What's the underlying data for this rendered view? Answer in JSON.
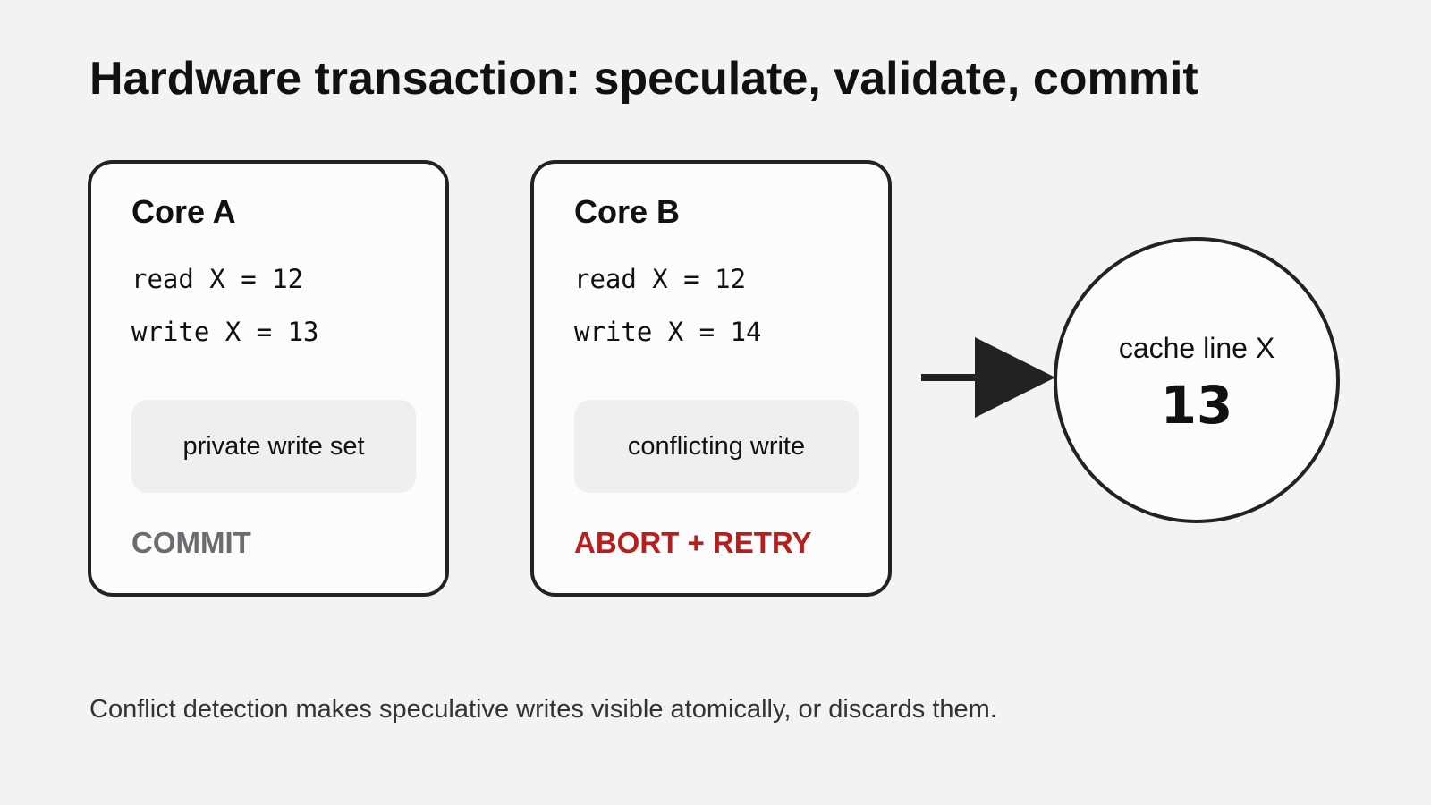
{
  "title": "Hardware transaction: speculate, validate, commit",
  "cores": [
    {
      "name": "Core A",
      "read_line": "read X = 12",
      "write_line": "write X = 13",
      "box_label": "private write set",
      "status": "COMMIT",
      "status_color": "#6b6b70"
    },
    {
      "name": "Core B",
      "read_line": "read X = 12",
      "write_line": "write X = 14",
      "box_label": "conflicting write",
      "status": "ABORT + RETRY",
      "status_color": "#b71f1c"
    }
  ],
  "cache": {
    "label": "cache line X",
    "value": "13"
  },
  "caption": "Conflict detection makes speculative writes visible atomically, or discards them.",
  "colors": {
    "background": "#f4f3f4",
    "stroke": "#222222",
    "box_fill": "#efefef",
    "abort": "#b71f1c",
    "commit": "#6b6b70"
  }
}
